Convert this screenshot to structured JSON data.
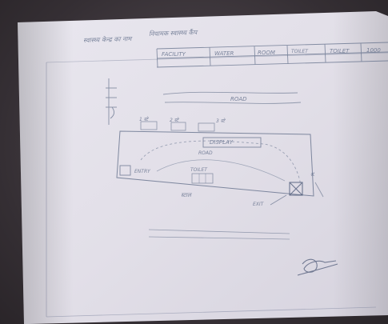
{
  "sheet": {
    "header_line1": "नियामक स्वास्थ्य कैंप",
    "header_line2": "स्वास्थ्य केन्द्र का नाम",
    "table_columns": [
      "FACILITY",
      "WATER",
      "ROOM",
      "TOILET",
      "TOILET",
      "1000"
    ]
  },
  "layout_plan": {
    "label_top_left": "1 स्टे",
    "label_top_mid": "2 स्टे",
    "label_top_right": "3 स्टे",
    "label_road": "ROAD",
    "label_inner_box": "DISPLAY",
    "label_arrow_mid": "ROAD",
    "label_bottom_left": "ENTRY",
    "label_bottom_mid": "TOILET",
    "label_caption": "स्टाल",
    "label_exit": "EXIT",
    "label_side": "सं."
  },
  "colors": {
    "paper": "#e4e1ea",
    "ink": "#5c6a86",
    "background": "#3a3438"
  },
  "icons": [
    "signature-mark",
    "cross-box-icon",
    "small-box-icon"
  ]
}
